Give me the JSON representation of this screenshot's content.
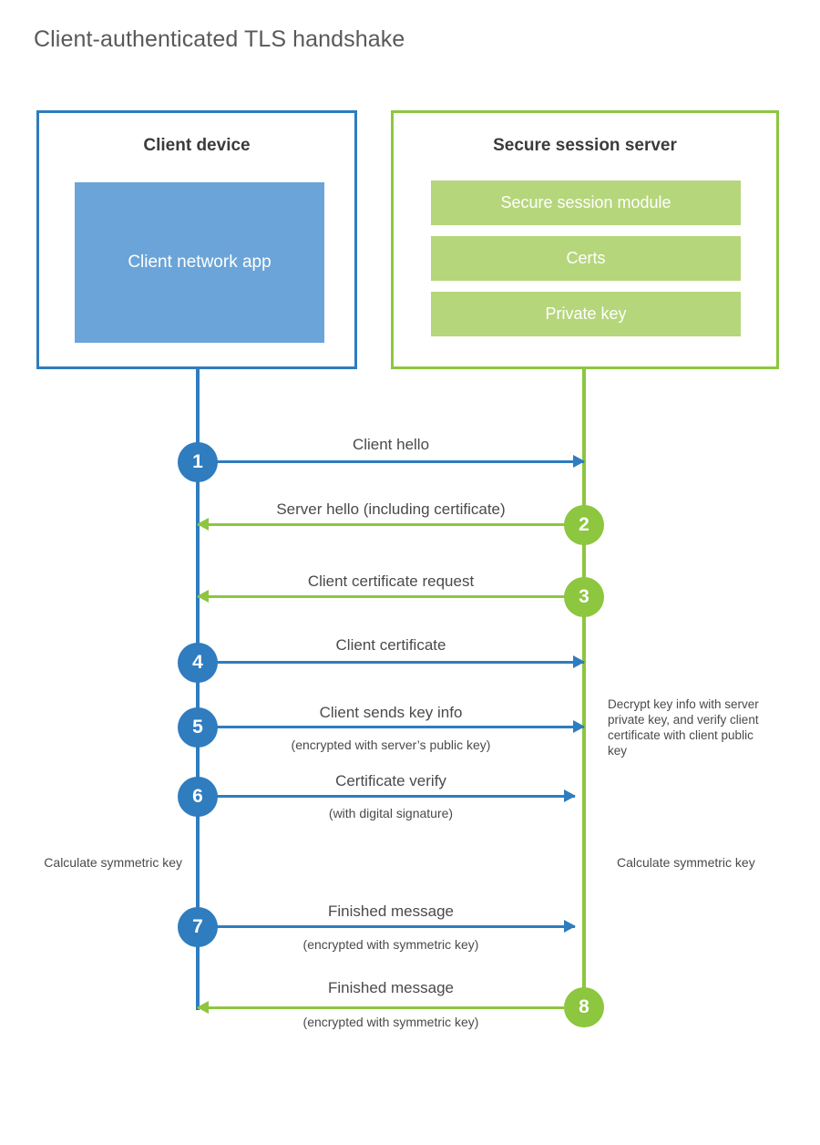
{
  "title": "Client-authenticated TLS handshake",
  "participants": {
    "client": {
      "title": "Client device",
      "app_label": "Client network app",
      "border_color": "#2f7cbf",
      "app_fill_color": "#6aa4d8"
    },
    "server": {
      "title": "Secure session server",
      "border_color": "#8dc63f",
      "module_fill_color": "#b5d67b",
      "modules": [
        {
          "label": "Secure session module"
        },
        {
          "label": "Certs"
        },
        {
          "label": "Private key"
        }
      ]
    }
  },
  "steps": [
    {
      "number": "1",
      "label": "Client hello",
      "sublabel": "",
      "direction": "client-to-server",
      "color": "#2f7cbf"
    },
    {
      "number": "2",
      "label": "Server hello (including certificate)",
      "sublabel": "",
      "direction": "server-to-client",
      "color": "#8dc63f"
    },
    {
      "number": "3",
      "label": "Client certificate request",
      "sublabel": "",
      "direction": "server-to-client",
      "color": "#8dc63f"
    },
    {
      "number": "4",
      "label": "Client certificate",
      "sublabel": "",
      "direction": "client-to-server",
      "color": "#2f7cbf"
    },
    {
      "number": "5",
      "label": "Client sends key info",
      "sublabel": "(encrypted with server’s public key)",
      "direction": "client-to-server",
      "color": "#2f7cbf"
    },
    {
      "number": "6",
      "label": "Certificate verify",
      "sublabel": "(with digital signature)",
      "direction": "client-to-server",
      "color": "#2f7cbf"
    },
    {
      "number": "7",
      "label": "Finished message",
      "sublabel": "(encrypted with symmetric key)",
      "direction": "client-to-server",
      "color": "#2f7cbf"
    },
    {
      "number": "8",
      "label": "Finished message",
      "sublabel": "(encrypted with symmetric key)",
      "direction": "server-to-client",
      "color": "#8dc63f"
    }
  ],
  "annotations": {
    "decrypt_note": "Decrypt key info with server private key, and verify client certificate with client public key",
    "client_calculate": "Calculate symmetric key",
    "server_calculate": "Calculate symmetric key"
  }
}
